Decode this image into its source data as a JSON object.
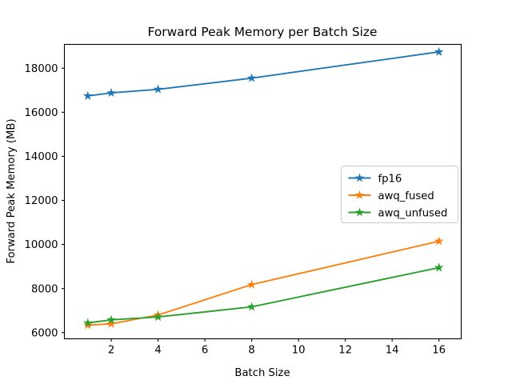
{
  "chart_data": {
    "type": "line",
    "title": "Forward Peak Memory per Batch Size",
    "xlabel": "Batch Size",
    "ylabel": "Forward Peak Memory (MB)",
    "x": [
      1,
      2,
      4,
      8,
      16
    ],
    "xlim": [
      0.0,
      16.95
    ],
    "ylim": [
      5720,
      19080
    ],
    "xticks": [
      2,
      4,
      6,
      8,
      10,
      12,
      14,
      16
    ],
    "xtick_labels": [
      "2",
      "4",
      "6",
      "8",
      "10",
      "12",
      "14",
      "16"
    ],
    "yticks": [
      6000,
      8000,
      10000,
      12000,
      14000,
      16000,
      18000
    ],
    "ytick_labels": [
      "6000",
      "8000",
      "10000",
      "12000",
      "14000",
      "16000",
      "18000"
    ],
    "grid": false,
    "legend_position": "center right",
    "marker": "star",
    "series": [
      {
        "name": "fp16",
        "color": "#1f77b4",
        "values": [
          16740,
          16880,
          17040,
          17550,
          18740
        ]
      },
      {
        "name": "awq_fused",
        "color": "#ff7f0e",
        "values": [
          6340,
          6400,
          6800,
          8180,
          10150
        ]
      },
      {
        "name": "awq_unfused",
        "color": "#2ca02c",
        "values": [
          6440,
          6580,
          6710,
          7170,
          8950
        ]
      }
    ]
  },
  "figure": {
    "background": "#ffffff",
    "axes_color": "#000000"
  }
}
